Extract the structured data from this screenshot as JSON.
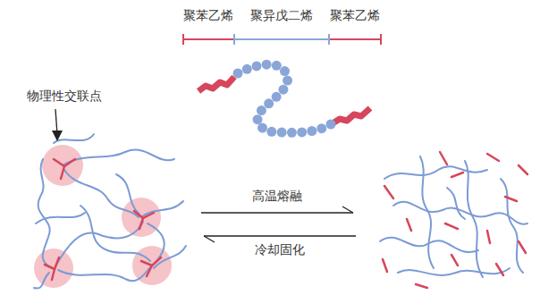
{
  "diagram": {
    "labels": [
      "聚苯乙烯",
      "聚异戊二烯",
      "聚苯乙烯",
      "物理性交联点",
      "高温熔融",
      "冷却固化"
    ]
  }
}
